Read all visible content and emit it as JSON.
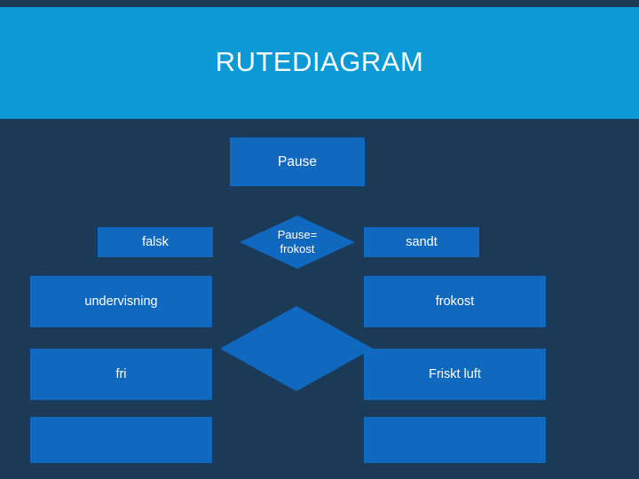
{
  "slide": {
    "title": "RUTEDIAGRAM",
    "background_color": "#1b3a57",
    "title_band_color": "#0c9ad6",
    "shape_color": "#1168bf",
    "text_color": "#ffffff"
  },
  "diagram": {
    "type": "flowchart",
    "nodes": [
      {
        "id": "pause",
        "label": "Pause",
        "shape": "rectangle"
      },
      {
        "id": "falsk",
        "label": "falsk",
        "shape": "rectangle"
      },
      {
        "id": "decision_pause",
        "label": "Pause=\nfrokost",
        "shape": "diamond"
      },
      {
        "id": "sandt",
        "label": "sandt",
        "shape": "rectangle"
      },
      {
        "id": "undervisning",
        "label": "undervisning",
        "shape": "rectangle"
      },
      {
        "id": "decision_blank",
        "label": "",
        "shape": "diamond"
      },
      {
        "id": "frokost",
        "label": "frokost",
        "shape": "rectangle"
      },
      {
        "id": "fri",
        "label": "fri",
        "shape": "rectangle"
      },
      {
        "id": "friskt_luft",
        "label": "Friskt luft",
        "shape": "rectangle"
      },
      {
        "id": "empty_left",
        "label": "",
        "shape": "rectangle"
      },
      {
        "id": "empty_right",
        "label": "",
        "shape": "rectangle"
      }
    ]
  }
}
